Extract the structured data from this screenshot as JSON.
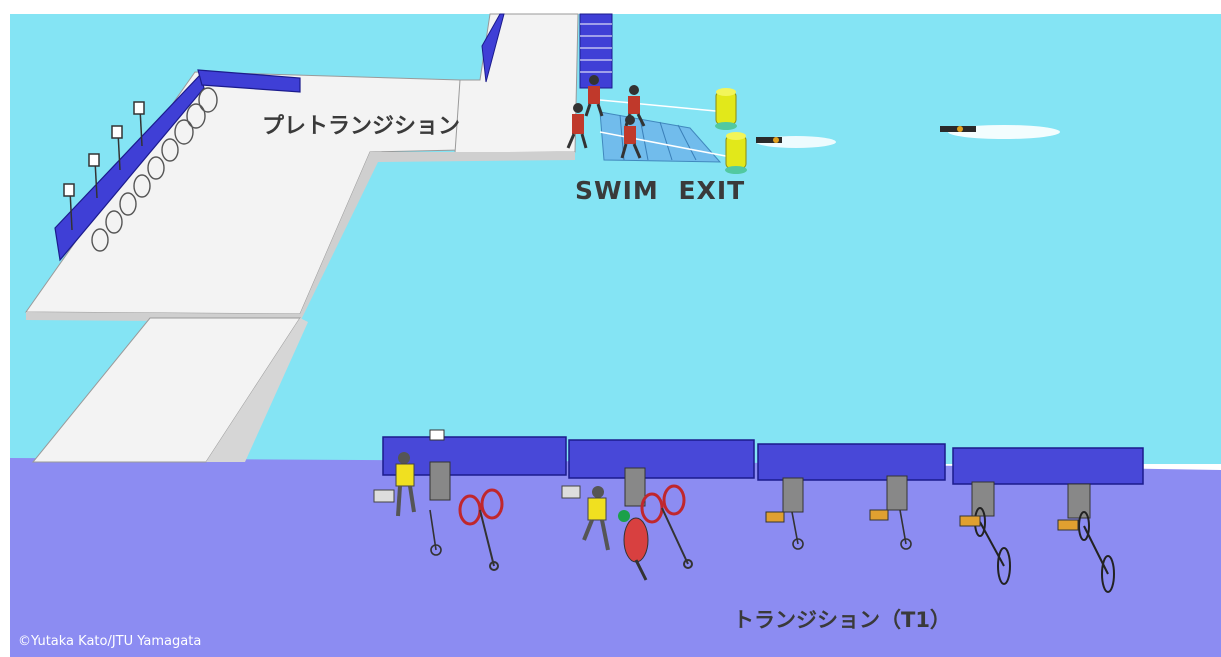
{
  "labels": {
    "pre_transition": "プレトランジション",
    "swim_exit": "SWIM EXIT",
    "transition_t1": "トランジション（T1）"
  },
  "copyright": "©Yutaka Kato/JTU Yamagata",
  "colors": {
    "water": "#84e4f4",
    "transition_floor": "#8c8cf2",
    "dock": "#f1f1f1",
    "fence": "#3f3fd6",
    "stairs": "#6fb8ec",
    "buoy": "#e2e81a",
    "athlete_shirt": "#c0392b",
    "handler_shirt": "#f0e020",
    "race_chair": "#c0272d"
  }
}
